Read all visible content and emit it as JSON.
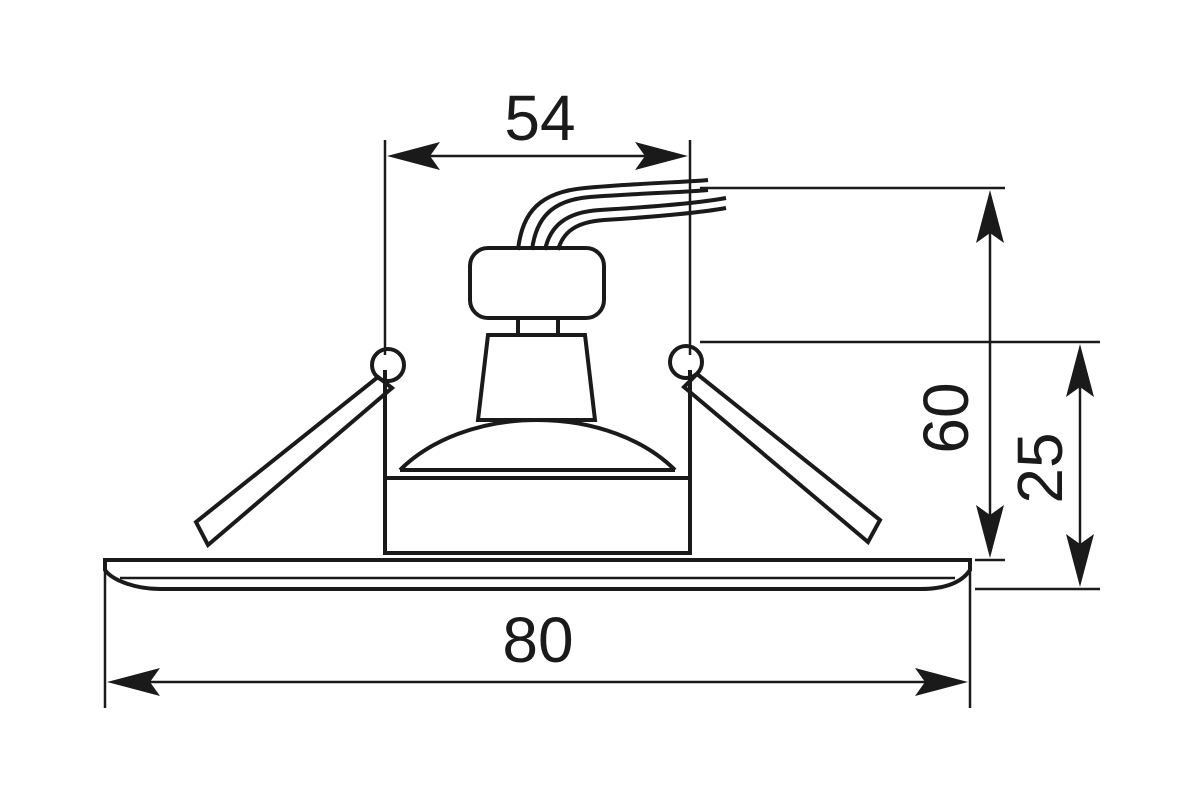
{
  "dimensions": {
    "top_width": "54",
    "total_height": "60",
    "inner_height": "25",
    "bottom_width": "80"
  },
  "colors": {
    "line": "#1a1a1a",
    "background": "#ffffff"
  }
}
